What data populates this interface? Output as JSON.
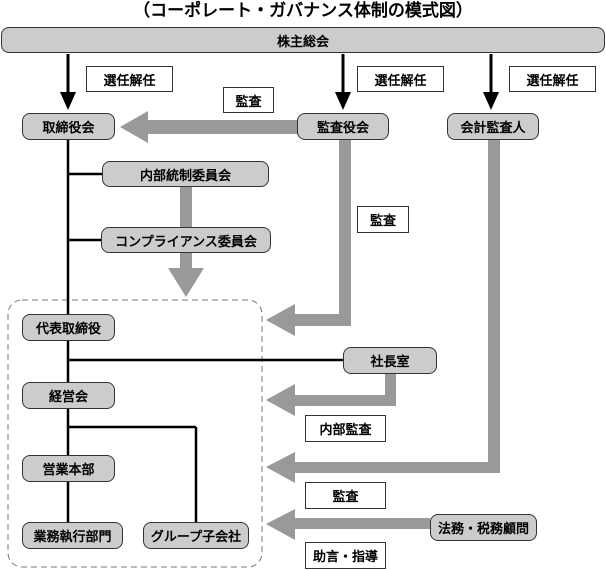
{
  "title": "（コーポレート・ガバナンス体制の模式図）",
  "nodes": {
    "shareholders_meeting": "株主総会",
    "board_of_directors": "取締役会",
    "audit_board": "監査役会",
    "accounting_auditor": "会計監査人",
    "internal_control_committee": "内部統制委員会",
    "compliance_committee": "コンプライアンス委員会",
    "representative_director": "代表取締役",
    "presidents_office": "社長室",
    "management_council": "経営会",
    "sales_headquarters": "営業本部",
    "business_divisions": "業務執行部門",
    "group_subsidiaries": "グループ子会社",
    "legal_tax_advisors": "法務・税務顧問"
  },
  "labels": {
    "appoint_dismiss_1": "選任解任",
    "appoint_dismiss_2": "選任解任",
    "appoint_dismiss_3": "選任解任",
    "audit_board_to_directors": "監査",
    "audit_board_to_execution": "監査",
    "internal_audit": "内部監査",
    "accounting_audit": "監査",
    "advice_guidance": "助言・指導"
  },
  "colors": {
    "node_fill": "#cccccc",
    "arrow_gray": "#999999",
    "line_black": "#000000",
    "border": "#333333"
  }
}
